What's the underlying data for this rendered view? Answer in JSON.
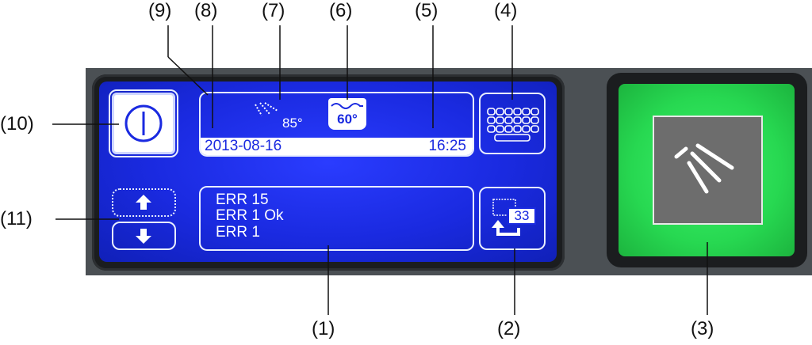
{
  "callouts": {
    "c1": "(1)",
    "c2": "(2)",
    "c3": "(3)",
    "c4": "(4)",
    "c5": "(5)",
    "c6": "(6)",
    "c7": "(7)",
    "c8": "(8)",
    "c9": "(9)",
    "c10": "(10)",
    "c11": "(11)"
  },
  "status": {
    "wash_temp": "85°",
    "tank_temp": "60°",
    "date": "2013-08-16",
    "time": "16:25"
  },
  "errors": [
    "ERR 15",
    "ERR 1 Ok",
    "ERR 1"
  ],
  "counter": {
    "value": "33"
  },
  "icons": {
    "power": "power-icon",
    "keyboard": "keyboard-icon",
    "wash_arm": "wash-arm-icon",
    "tank": "tank-icon",
    "arrow_up": "arrow-up-icon",
    "arrow_down": "arrow-down-icon",
    "counter": "rinse-counter-icon",
    "start": "start-wash-icon"
  },
  "colors": {
    "screen": "#1a2ae0",
    "start_button": "#27d851",
    "panel": "#4b5054"
  }
}
